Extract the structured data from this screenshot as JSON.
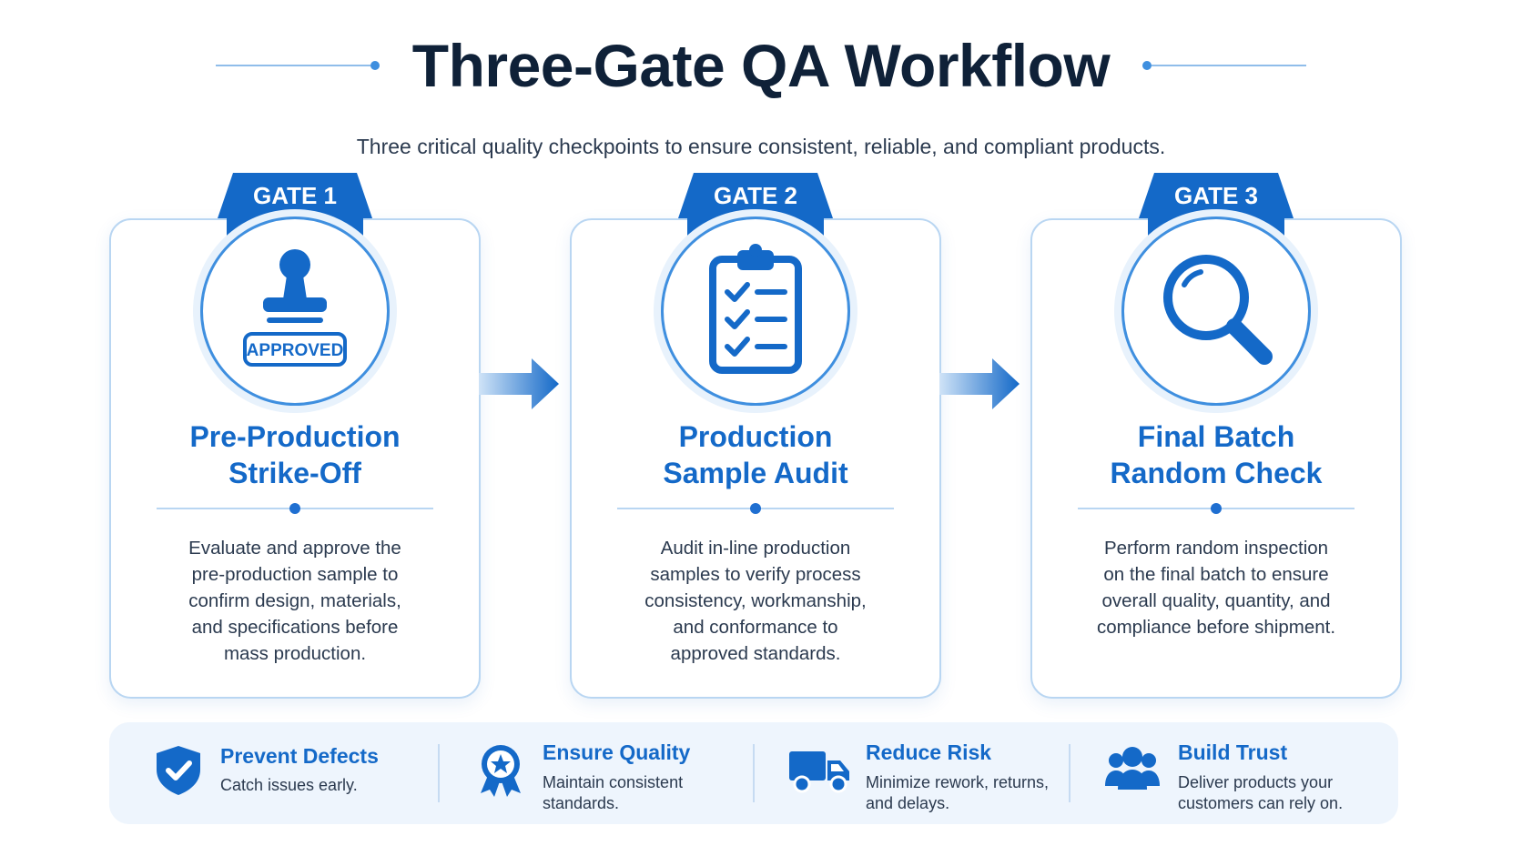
{
  "header": {
    "title": "Three-Gate QA Workflow",
    "subtitle": "Three critical quality checkpoints to ensure consistent, reliable, and compliant products."
  },
  "gates": [
    {
      "tab": "GATE 1",
      "icon": "approved-stamp-icon",
      "stamp_text": "APPROVED",
      "title_line1": "Pre-Production",
      "title_line2": "Strike-Off",
      "desc_lines": [
        "Evaluate and approve the",
        "pre-production sample to",
        "confirm design, materials,",
        "and specifications before",
        "mass production."
      ]
    },
    {
      "tab": "GATE 2",
      "icon": "checklist-clipboard-icon",
      "title_line1": "Production",
      "title_line2": "Sample Audit",
      "desc_lines": [
        "Audit in-line production",
        "samples to verify process",
        "consistency, workmanship,",
        "and conformance to",
        "approved standards."
      ]
    },
    {
      "tab": "GATE 3",
      "icon": "magnifying-glass-icon",
      "title_line1": "Final Batch",
      "title_line2": "Random Check",
      "desc_lines": [
        "Perform random inspection",
        "on the final batch to ensure",
        "overall quality, quantity, and",
        "compliance before shipment."
      ]
    }
  ],
  "benefits": [
    {
      "icon": "shield-check-icon",
      "title": "Prevent Defects",
      "text_lines": [
        "Catch issues early."
      ]
    },
    {
      "icon": "award-ribbon-icon",
      "title": "Ensure Quality",
      "text_lines": [
        "Maintain consistent",
        "standards."
      ]
    },
    {
      "icon": "delivery-truck-icon",
      "title": "Reduce Risk",
      "text_lines": [
        "Minimize rework, returns,",
        "and delays."
      ]
    },
    {
      "icon": "people-group-icon",
      "title": "Build Trust",
      "text_lines": [
        "Deliver products your",
        "customers can rely on."
      ]
    }
  ],
  "colors": {
    "primary": "#1469c8",
    "accent": "#3f8fdf",
    "title": "#0f2138",
    "card_border": "#b9d6f2",
    "strip_bg": "#eef5fd"
  }
}
